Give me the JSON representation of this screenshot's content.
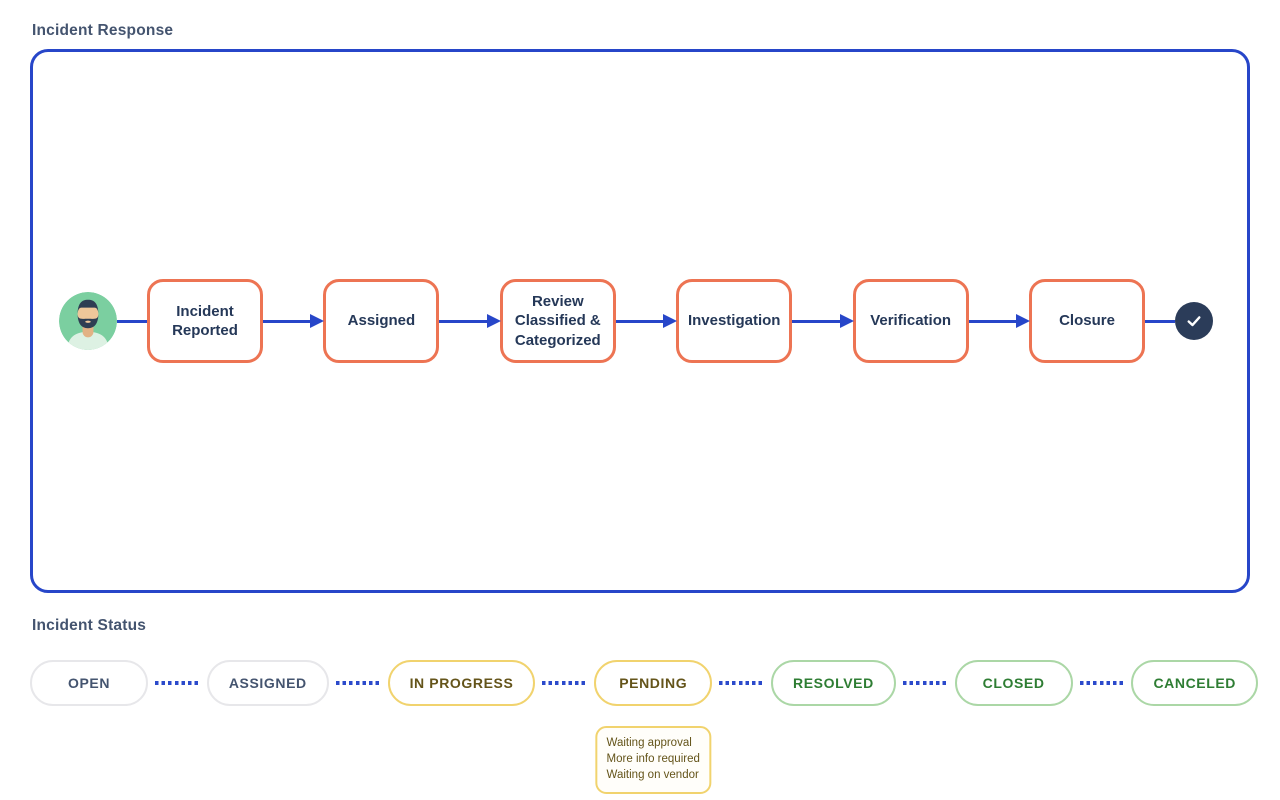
{
  "flow": {
    "title": "Incident Response",
    "start_icon": "reporter-avatar",
    "end_icon": "check",
    "steps": [
      "Incident Reported",
      "Assigned",
      "Review Classified & Categorized",
      "Investigation",
      "Verification",
      "Closure"
    ]
  },
  "status": {
    "title": "Incident Status",
    "badges": [
      {
        "label": "OPEN",
        "variant": "neutral"
      },
      {
        "label": "ASSIGNED",
        "variant": "neutral"
      },
      {
        "label": "IN PROGRESS",
        "variant": "warning"
      },
      {
        "label": "PENDING",
        "variant": "warning",
        "notes": [
          "Waiting approval",
          "More info required",
          "Waiting on vendor"
        ]
      },
      {
        "label": "RESOLVED",
        "variant": "success"
      },
      {
        "label": "CLOSED",
        "variant": "success"
      },
      {
        "label": "CANCELED",
        "variant": "success"
      }
    ]
  },
  "colors": {
    "flow_border": "#2746c9",
    "arrow_blue": "#2746c9",
    "box_border_coral": "#ed7453",
    "box_text_navy": "#253858",
    "title_slate": "#44546f",
    "check_circle_navy": "#2b3c59",
    "avatar_green": "#7bcfa0",
    "badge_neutral_border": "#e7e7ea",
    "badge_warning_border": "#f1d36e",
    "badge_warning_text": "#64541a",
    "badge_success_border": "#abd7a6",
    "badge_success_text": "#2e7d33",
    "dotted_connector_blue": "#2b4acb"
  }
}
